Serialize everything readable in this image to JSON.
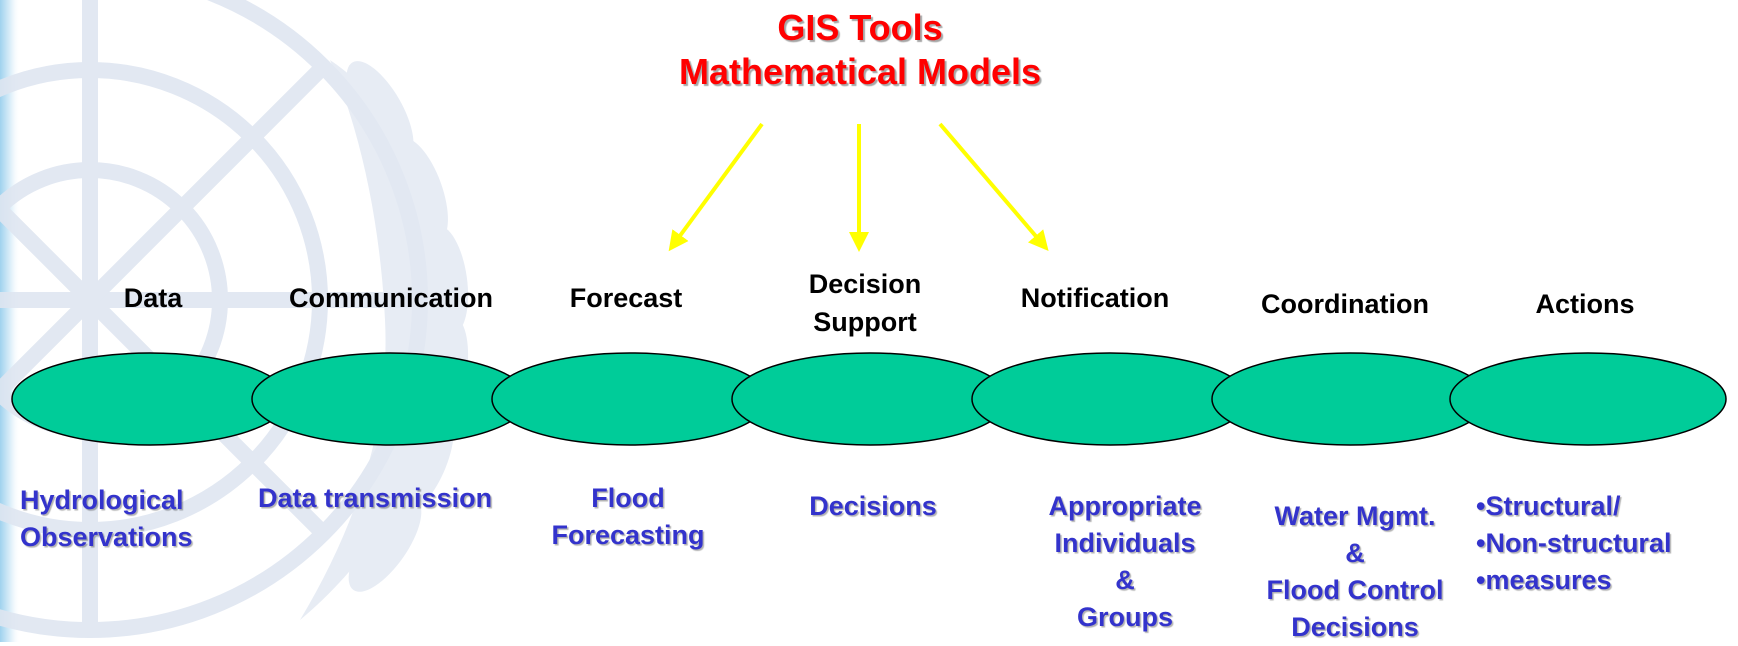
{
  "tools": {
    "line1": "GIS Tools",
    "line2": "Mathematical Models"
  },
  "phases": [
    {
      "label": "Data",
      "detail": [
        "Hydrological",
        "Observations"
      ]
    },
    {
      "label": "Communication",
      "detail": [
        "Data transmission"
      ]
    },
    {
      "label": "Forecast",
      "detail": [
        "Flood",
        "Forecasting"
      ]
    },
    {
      "label": "Decision Support",
      "detail": [
        "Decisions"
      ]
    },
    {
      "label": "Notification",
      "detail": [
        "Appropriate",
        "Individuals",
        "&",
        "Groups"
      ]
    },
    {
      "label": "Coordination",
      "detail": [
        "Water Mgmt.",
        "&",
        "Flood Control",
        "Decisions"
      ]
    },
    {
      "label": "Actions",
      "detail": [
        "•Structural/",
        "•Non-structural",
        "•measures"
      ]
    }
  ],
  "colors": {
    "ellipse_fill": "#00cc99",
    "ellipse_stroke": "#000000",
    "arrow": "#ffff00",
    "tools_text": "#ff0000",
    "phase_text": "#000000",
    "detail_text": "#3333cc"
  }
}
